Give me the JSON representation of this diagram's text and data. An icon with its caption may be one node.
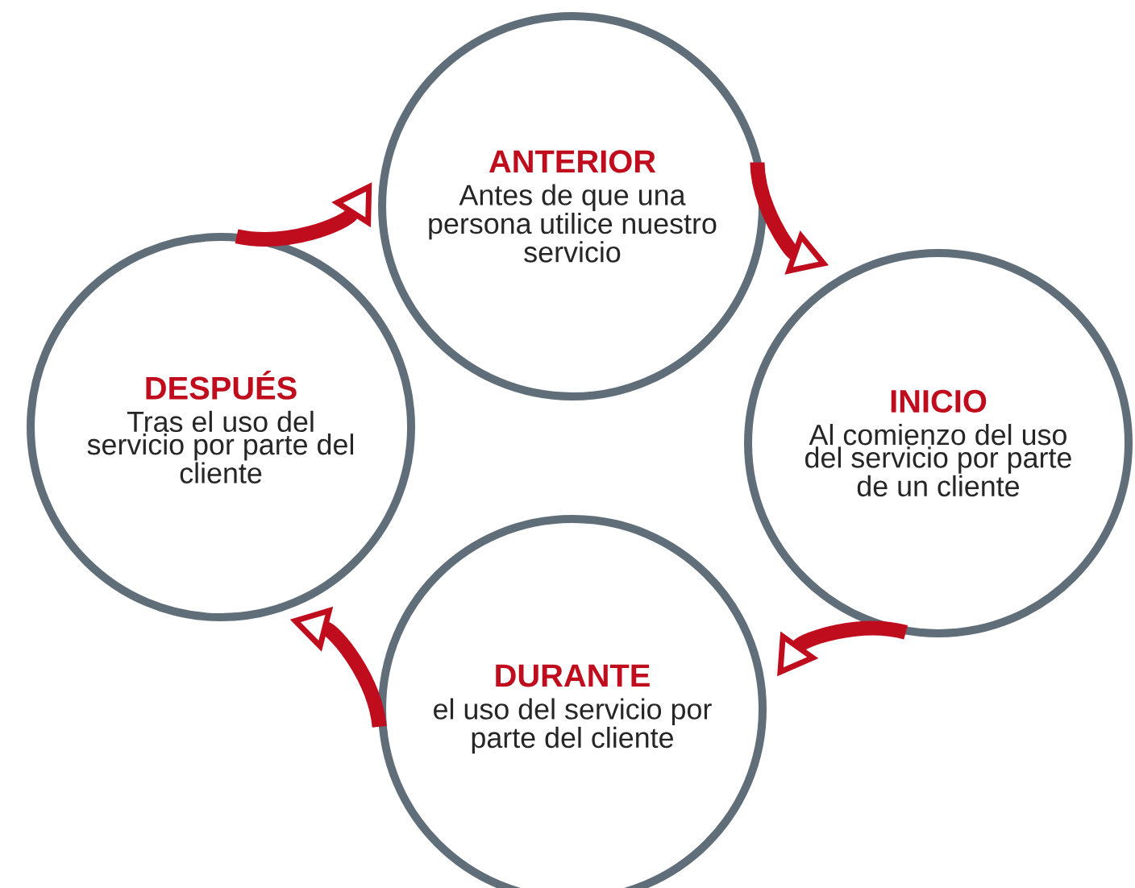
{
  "diagram": {
    "nodes": [
      {
        "text": [
          "ANTERIOR",
          "Antes de que una persona utilice nuestro servicio"
        ]
      },
      {
        "text": [
          "INICIO",
          "Al comienzo del uso del servicio por parte de un cliente"
        ]
      },
      {
        "text": [
          "DURANTE",
          "el uso del servicio por parte del cliente"
        ]
      },
      {
        "text": [
          "DESPUÉS",
          "Tras el uso del servicio por parte del cliente"
        ]
      }
    ],
    "edges": [
      {
        "from": 0,
        "to": 1,
        "arrow": "to"
      },
      {
        "from": 1,
        "to": 2,
        "arrow": "to"
      },
      {
        "from": 2,
        "to": 3,
        "arrow": "to"
      },
      {
        "from": 3,
        "to": 0,
        "arrow": "to"
      }
    ]
  }
}
